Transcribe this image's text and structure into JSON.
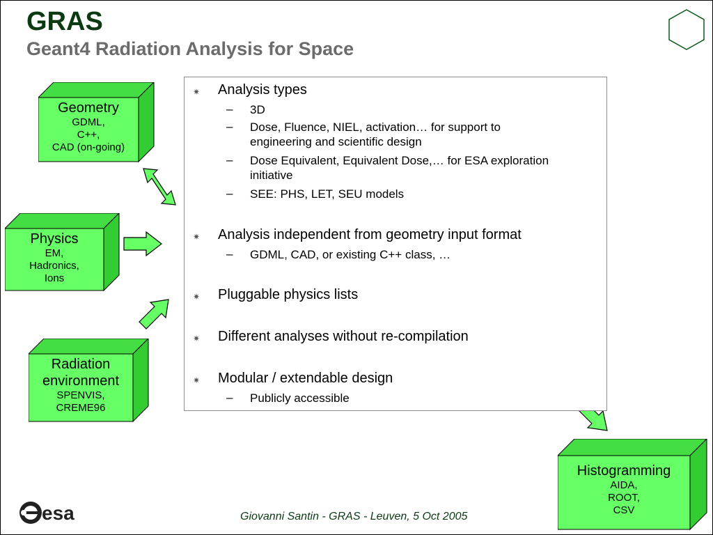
{
  "header": {
    "title": "GRAS",
    "subtitle": "Geant4 Radiation Analysis for Space"
  },
  "boxes": {
    "geometry": {
      "title": "Geometry",
      "lines": [
        "GDML,",
        "C++,",
        "CAD (on-going)"
      ]
    },
    "physics": {
      "title": "Physics",
      "lines": [
        "EM,",
        "Hadronics,",
        "Ions"
      ]
    },
    "radiation": {
      "title_line1": "Radiation",
      "title_line2": "environment",
      "lines": [
        "SPENVIS,",
        "CREME96"
      ]
    },
    "histogramming": {
      "title": "Histogramming",
      "lines": [
        "AIDA,",
        "ROOT,",
        "CSV"
      ]
    }
  },
  "content": {
    "items": [
      {
        "text": "Analysis types",
        "subs": [
          [
            "3D"
          ],
          [
            "Dose, Fluence, NIEL, activation… for support to",
            "engineering and scientific design"
          ],
          [
            "Dose Equivalent, Equivalent Dose,… for ESA exploration",
            "initiative"
          ],
          [
            "SEE: PHS, LET, SEU models"
          ]
        ]
      },
      {
        "text": "Analysis independent from geometry input format",
        "subs": [
          [
            "GDML, CAD, or existing C++ class, …"
          ]
        ]
      },
      {
        "text": "Pluggable physics lists",
        "subs": []
      },
      {
        "text": "Different analyses without re-compilation",
        "subs": []
      },
      {
        "text": "Modular / extendable design",
        "subs": [
          [
            "Publicly accessible"
          ]
        ]
      }
    ],
    "bullet_glyph": "✷",
    "dash_glyph": "–"
  },
  "footer": {
    "text": "Giovanni Santin  -  GRAS  -  Leuven, 5 Oct 2005",
    "logo_text": "esa"
  },
  "colors": {
    "box_fill": "#66ff66",
    "box_side": "#33cc33",
    "box_top": "#44dd44",
    "title": "#0b3a12",
    "subtitle": "#6b6b6b"
  }
}
